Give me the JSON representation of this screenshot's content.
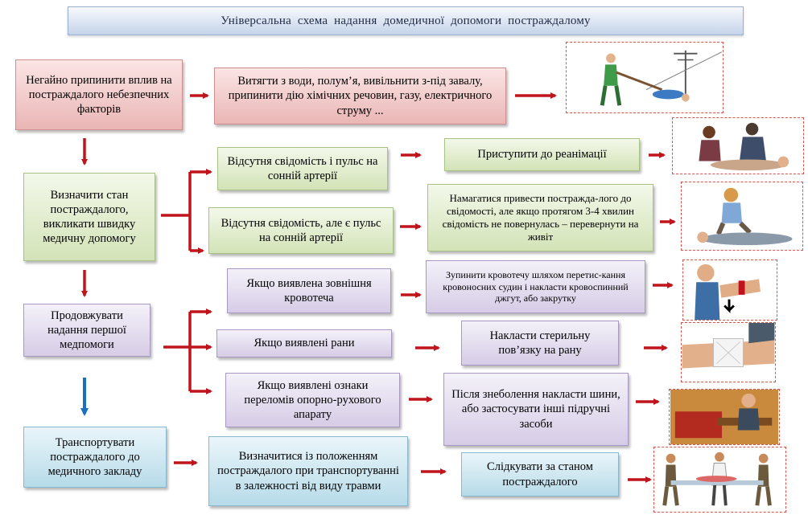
{
  "title": "Універсальна  схема  надання  домедичної  допомоги  постраждалому",
  "left": {
    "stop_factors": "Негайно припинити вплив на постраждалого небезпечних факторів",
    "assess": "Визначити стан постраждалого, викликати швидку медичну допомогу",
    "continue": "Продовжувати надання першої медпомоги",
    "transport": "Транспортувати постраждалого до медичного закладу"
  },
  "middle": {
    "rescue": "Витягти з води, полум’я, вивільнити  з-під завалу, припинити дію хімічних речовин, газу, електричного  струму ...",
    "no_consciousness_no_pulse": "Відсутня свідомість і пульс на сонній артерії",
    "no_consciousness_pulse": "Відсутня свідомість, але є пульс на сонній артерії",
    "bleeding": "Якщо  виявлена зовнішня  кровотеча",
    "wounds": "Якщо  виявлені  рани",
    "fractures": "Якщо виявлені ознаки переломів  опорно-рухового апарату",
    "transport_position": "Визначитися із положенням постраждалого  при транспортуванні в залежності від виду травми"
  },
  "right": {
    "reanimation": "Приступити до реанімації",
    "turn_over": "Намагатися привести постражда-лого до свідомості, але якщо  протягом 3-4 хвилин свідомість не повернулась – перевернути на живіт",
    "stop_bleeding": "Зупинити кровотечу шляхом перетис-кання кровоносних судин і накласти кровоспинний джгут, або закрутку",
    "bandage": "Накласти  стерильну пов’язку  на  рану",
    "splint": "Після  знеболення накласти шини, або застосувати  інші підручні засоби",
    "monitor": "Слідкувати за станом постраждалого"
  },
  "colors": {
    "arrow_red": "#c0141c",
    "arrow_blue": "#1a6fc0",
    "dashed_border": "#d9534f"
  }
}
